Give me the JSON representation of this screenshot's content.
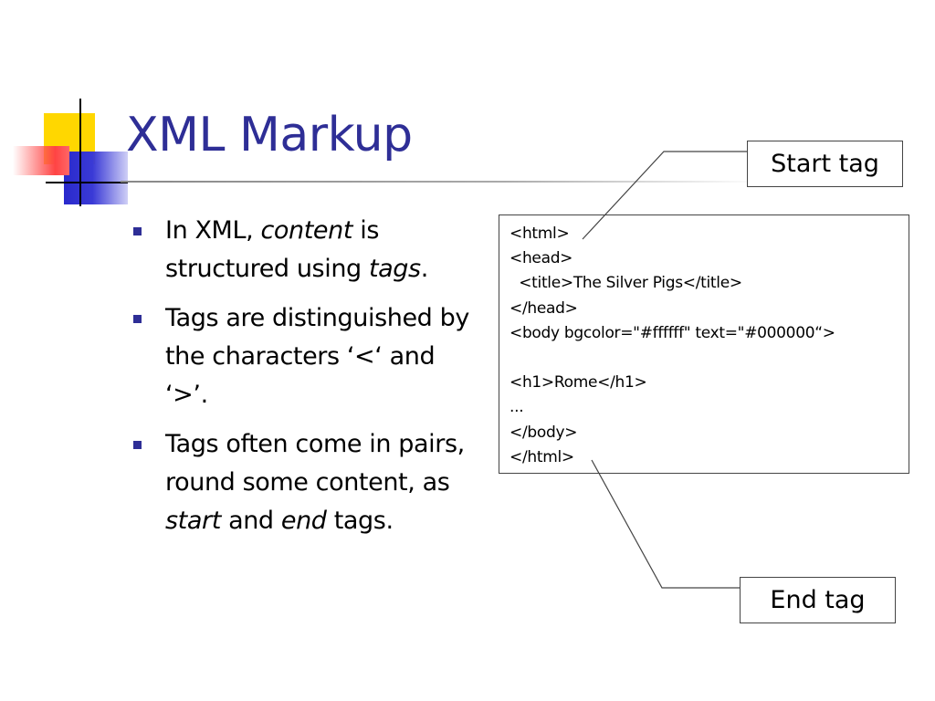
{
  "slide": {
    "title": "XML Markup",
    "bullets": [
      {
        "segments": [
          {
            "text": "In XML, ",
            "italic": false
          },
          {
            "text": "content",
            "italic": true
          },
          {
            "text": " is structured using ",
            "italic": false
          },
          {
            "text": "tags",
            "italic": true
          },
          {
            "text": ".",
            "italic": false
          }
        ]
      },
      {
        "segments": [
          {
            "text": "Tags are distinguished by the characters ‘<‘ and ‘>’.",
            "italic": false
          }
        ]
      },
      {
        "segments": [
          {
            "text": "Tags often come in pairs, round some content, as ",
            "italic": false
          },
          {
            "text": "start",
            "italic": true
          },
          {
            "text": " and ",
            "italic": false
          },
          {
            "text": "end",
            "italic": true
          },
          {
            "text": " tags.",
            "italic": false
          }
        ]
      }
    ],
    "code_lines": [
      "<html>",
      "<head>",
      "  <title>The Silver Pigs</title>",
      "</head>",
      "<body bgcolor=\"#ffffff\" text=\"#000000“>",
      "",
      "<h1>Rome</h1>",
      "...",
      "</body>",
      "</html>"
    ],
    "callouts": {
      "start_tag": "Start tag",
      "end_tag": "End tag"
    }
  },
  "colors": {
    "title": "#2e2e96",
    "bullet_marker": "#2e2e96",
    "logo_yellow": "#ffd700",
    "logo_red": "#ff4444",
    "logo_blue": "#2929cc"
  }
}
